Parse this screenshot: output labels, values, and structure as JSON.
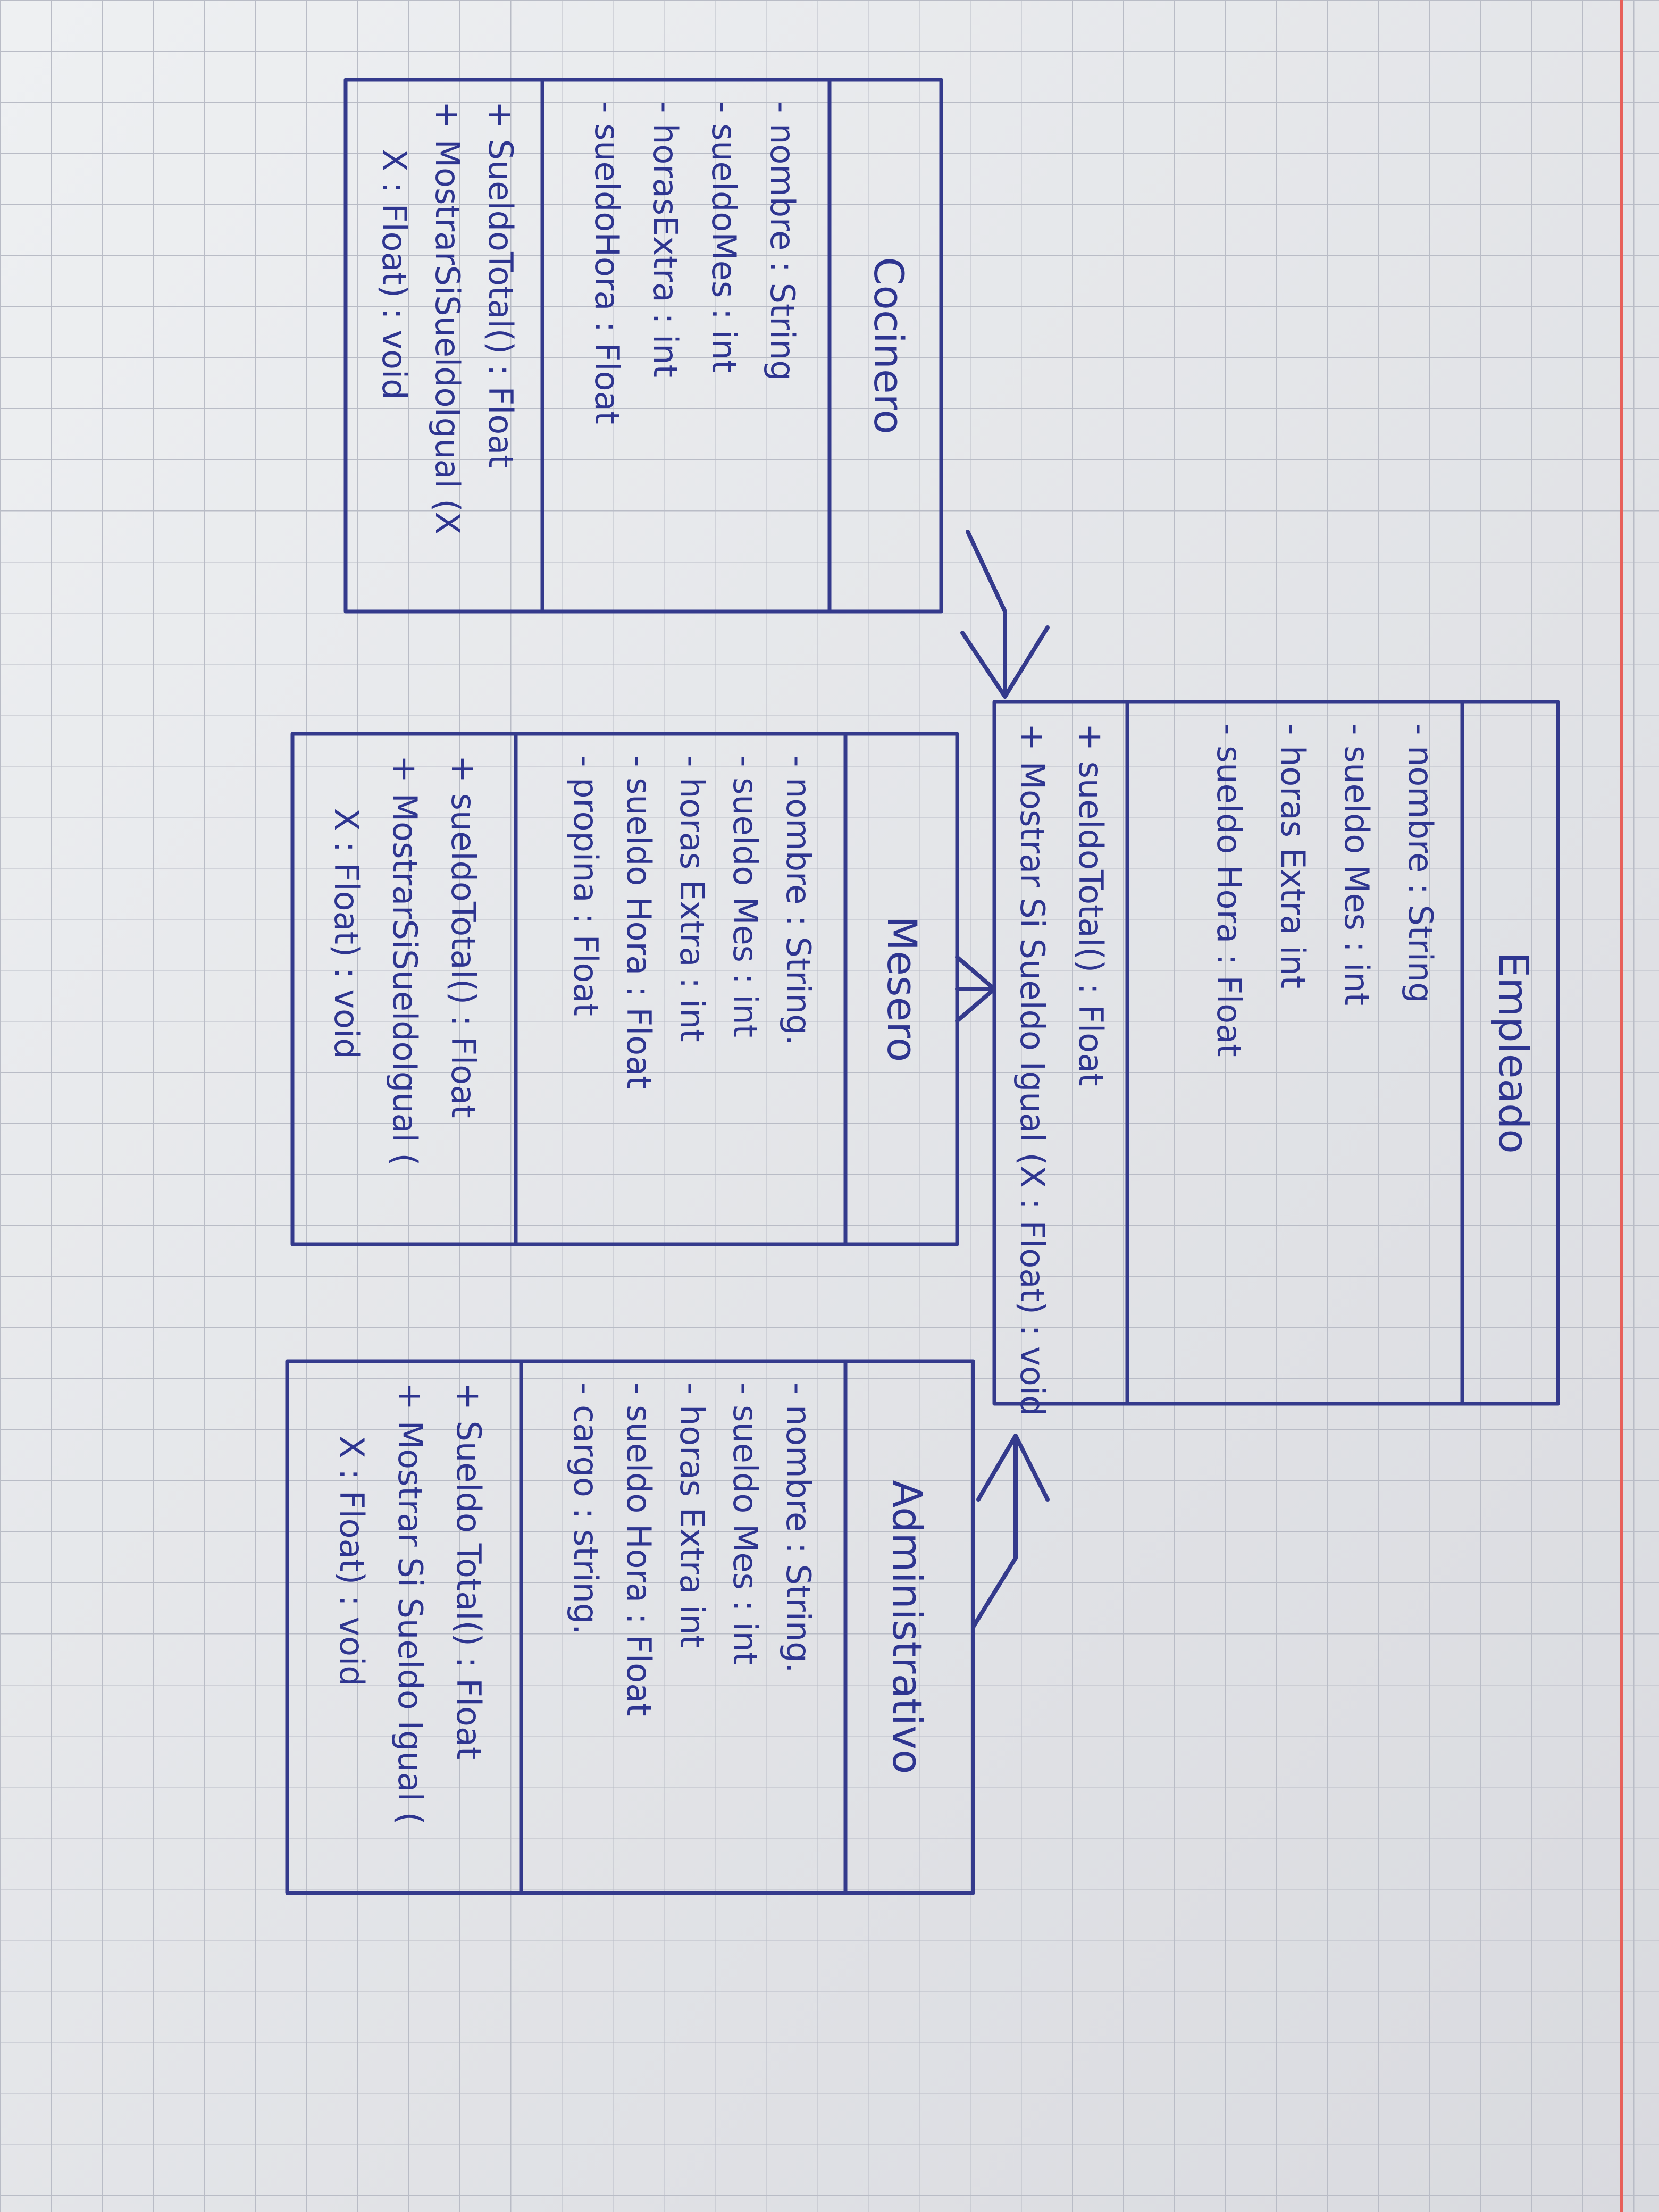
{
  "diagram": {
    "classes": {
      "empleado": {
        "name": "Empleado",
        "attributes": [
          "- nombre : String",
          "- sueldo Mes : int",
          "- horas Extra int",
          "- sueldo Hora : Float"
        ],
        "methods": [
          "+ sueldoTotal() : Float",
          "+ Mostrar Si Sueldo Igual (X : Float) : void"
        ]
      },
      "cocinero": {
        "name": "Cocinero",
        "attributes": [
          "- nombre : String",
          "- sueldoMes : int",
          "- horasExtra : int",
          "- sueldoHora : Float"
        ],
        "methods": [
          "+ SueldoTotal() : Float",
          "+ MostrarSiSueldoIgual (X",
          "X : Float) : void"
        ]
      },
      "mesero": {
        "name": "Mesero",
        "attributes": [
          "- nombre : String.",
          "- sueldo Mes : int",
          "- horas Extra : int",
          "- sueldo Hora : Float",
          "- propina : Float"
        ],
        "methods": [
          "+ sueldoTotal() : Float",
          "+ MostrarSiSueldoIgual (",
          "X : Float) : void"
        ]
      },
      "administrativo": {
        "name": "Administrativo",
        "attributes": [
          "- nombre : String.",
          "- sueldo Mes : int",
          "- horas Extra int",
          "- sueldo Hora : Float",
          "- cargo : string."
        ],
        "methods": [
          "+ Sueldo Total() : Float",
          "+ Mostrar Si Sueldo Igual (",
          "X : Float) : void"
        ]
      }
    },
    "relationships": [
      {
        "from": "Cocinero",
        "to": "Empleado",
        "type": "inheritance"
      },
      {
        "from": "Mesero",
        "to": "Empleado",
        "type": "inheritance"
      },
      {
        "from": "Administrativo",
        "to": "Empleado",
        "type": "inheritance"
      }
    ],
    "colors": {
      "ink": "#2e3590",
      "grid": "#b9bcc6",
      "margin_line": "#e8605a",
      "paper": "#e6e7ea"
    }
  }
}
